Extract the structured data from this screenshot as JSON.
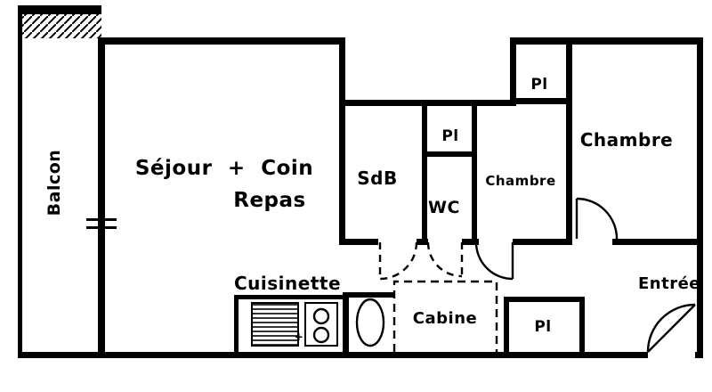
{
  "colors": {
    "wall": "#000000",
    "background": "#ffffff",
    "text": "#000000"
  },
  "labels": {
    "balcon": "Balcon",
    "sejour_line1": "Séjour + Coin",
    "sejour_line2": "Repas",
    "sdb": "SdB",
    "pl_top": "Pl",
    "wc": "WC",
    "chambre_middle": "Chambre",
    "pl_right": "Pl",
    "chambre_right": "Chambre",
    "cuisinette": "Cuisinette",
    "cabine": "Cabine",
    "pl_bottom": "Pl",
    "entree": "Entrée",
    "kitchen_plus": "+"
  }
}
